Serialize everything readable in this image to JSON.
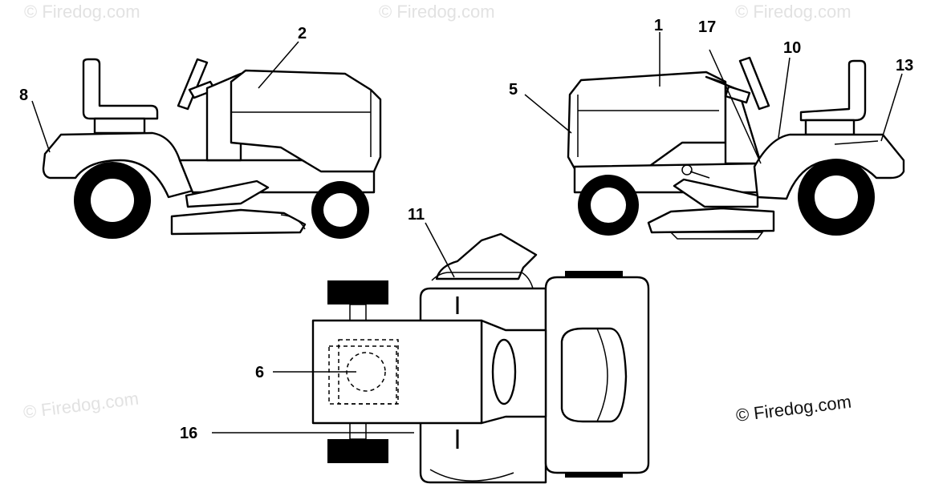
{
  "diagram": {
    "callouts": [
      {
        "id": "c2",
        "label": "2"
      },
      {
        "id": "c8",
        "label": "8"
      },
      {
        "id": "c1",
        "label": "1"
      },
      {
        "id": "c17",
        "label": "17"
      },
      {
        "id": "c10",
        "label": "10"
      },
      {
        "id": "c13",
        "label": "13"
      },
      {
        "id": "c5",
        "label": "5"
      },
      {
        "id": "c11",
        "label": "11"
      },
      {
        "id": "c6",
        "label": "6"
      },
      {
        "id": "c16",
        "label": "16"
      }
    ],
    "watermark": "© Firedog.com",
    "copyright": "© Firedog.com"
  }
}
